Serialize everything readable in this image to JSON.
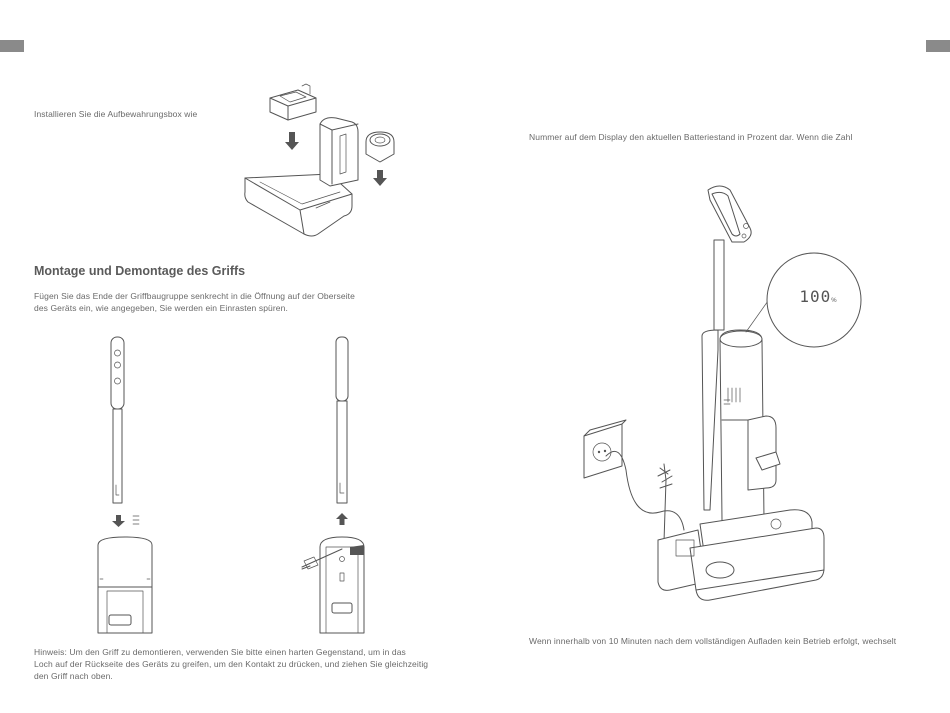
{
  "left_page": {
    "storage_box_text": "Installieren Sie die Aufbewahrungsbox wie",
    "heading": "Montage und Demontage des Griffs",
    "intro_line1": "Fügen Sie das Ende der Griffbaugruppe senkrecht in die Öffnung auf der Oberseite",
    "intro_line2": "des Geräts ein, wie angegeben, Sie werden ein Einrasten spüren.",
    "note_line1": "Hinweis: Um den Griff zu demontieren, verwenden Sie bitte einen harten Gegenstand, um in das",
    "note_line2": "Loch auf der Rückseite des Geräts zu greifen, um den Kontakt zu drücken, und ziehen Sie gleichzeitig",
    "note_line3": "den Griff nach oben."
  },
  "right_page": {
    "battery_text": "Nummer auf dem Display den aktuellen Batteriestand in Prozent dar. Wenn die Zahl",
    "display_value": "100",
    "display_unit": "%",
    "bottom_text": "Wenn innerhalb von 10 Minuten nach dem vollständigen Aufladen kein Betrieb erfolgt, wechselt"
  },
  "colors": {
    "text": "#6a6a6a",
    "line": "#555555",
    "tab": "#8a8a8a"
  },
  "icons": [
    "arrow-down-icon",
    "arrow-up-icon"
  ]
}
